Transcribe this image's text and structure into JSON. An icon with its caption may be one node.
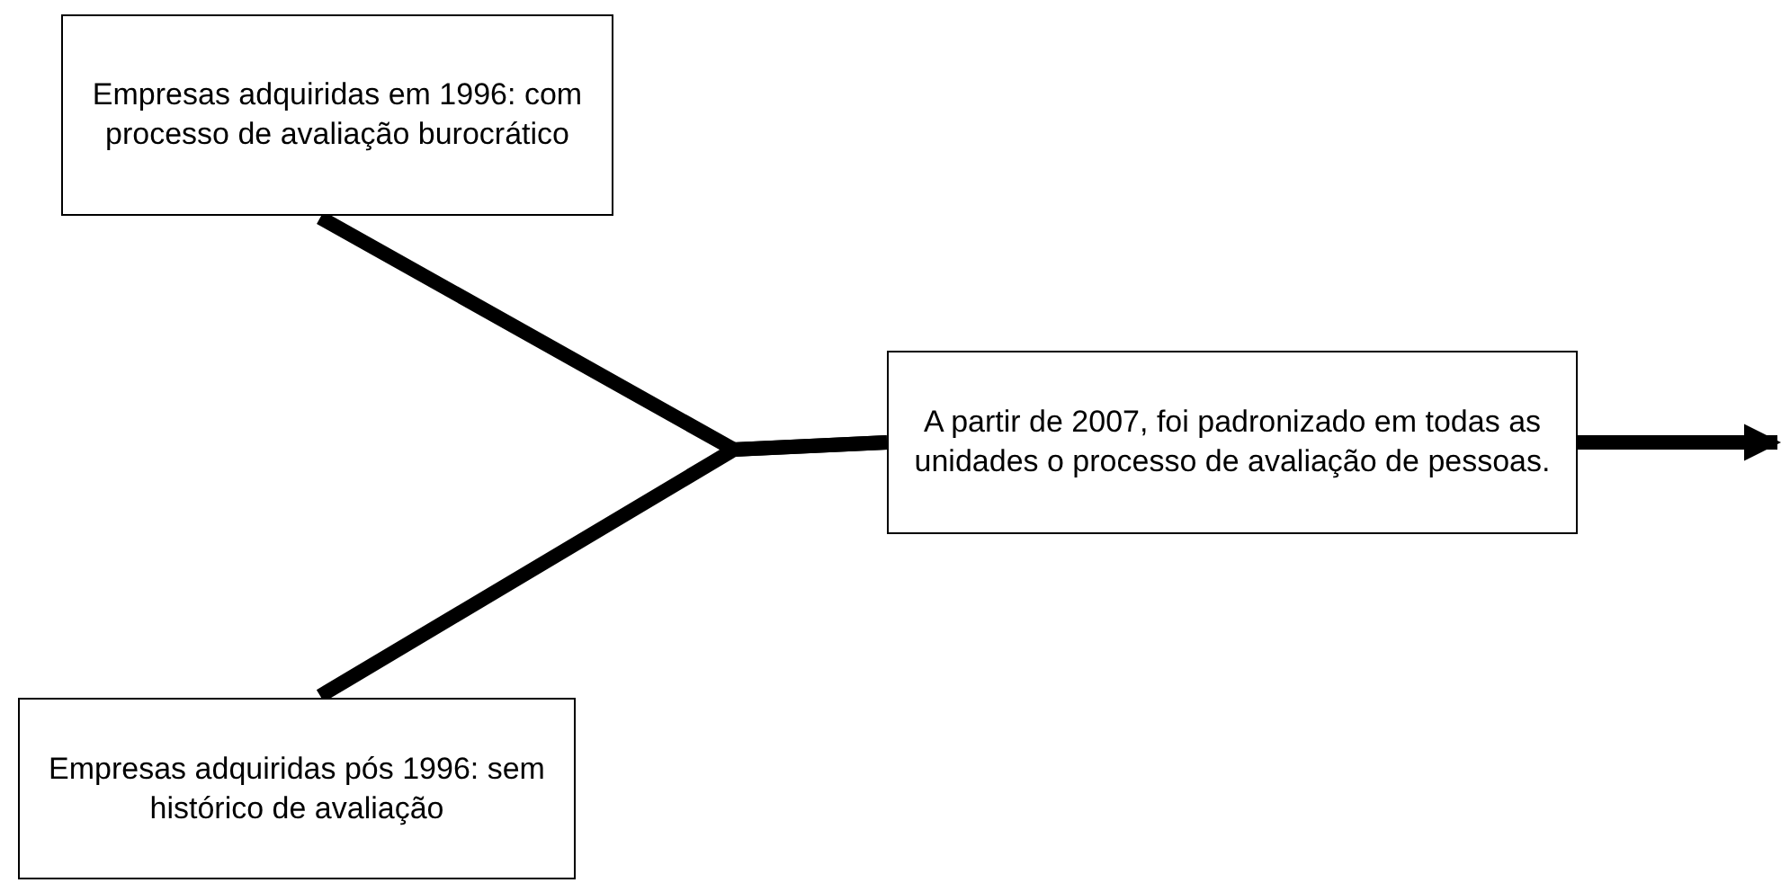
{
  "diagram": {
    "nodes": [
      {
        "text": [
          "Empresas adquiridas em 1996: com processo de avaliação burocrático"
        ]
      },
      {
        "text": [
          "Empresas adquiridas pós 1996: sem histórico de avaliação"
        ]
      },
      {
        "text": [
          "A partir de 2007, foi padronizado em todas as unidades o processo de avaliação de pessoas."
        ]
      }
    ],
    "edges": [
      {
        "from": 0,
        "to": 2,
        "arrow": "none"
      },
      {
        "from": 1,
        "to": 2,
        "arrow": "none"
      },
      {
        "from": 2,
        "to": null,
        "arrow": "to"
      }
    ]
  }
}
